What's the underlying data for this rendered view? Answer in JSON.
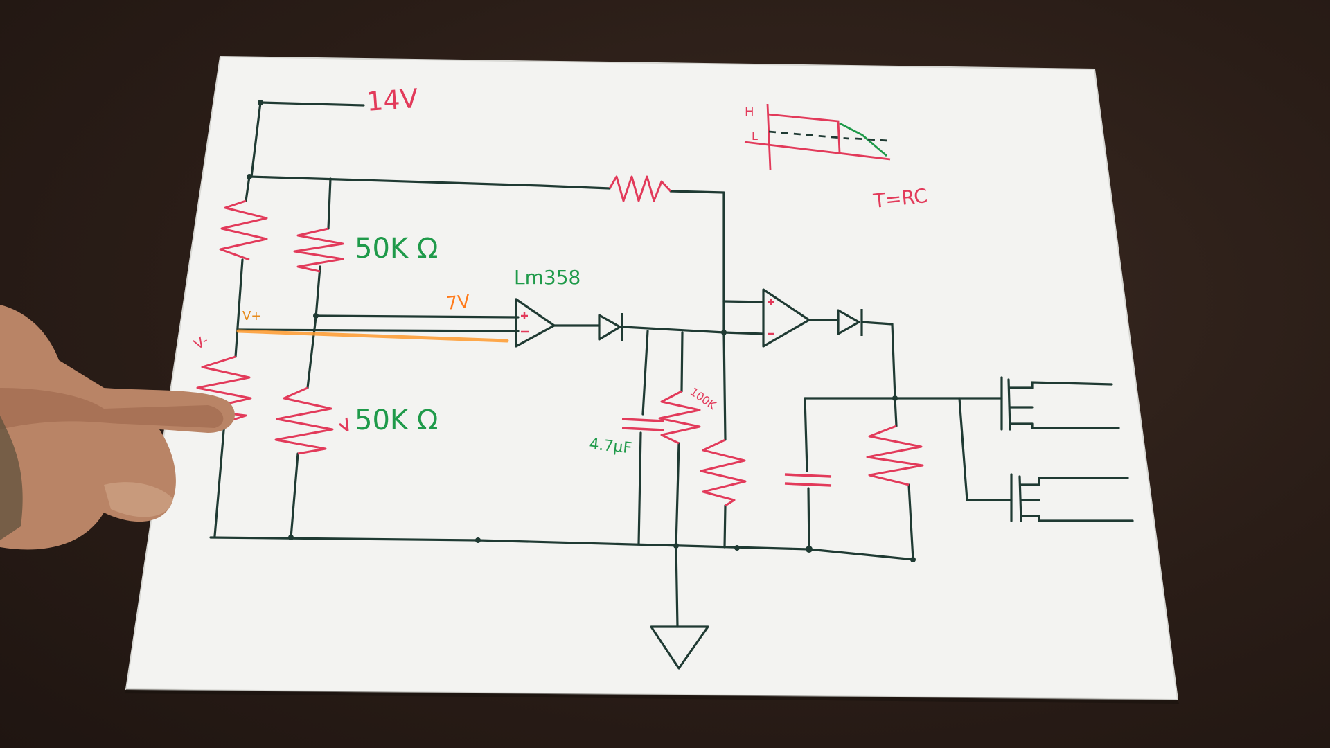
{
  "labels": {
    "supply": "14V",
    "r_top": "50K Ω",
    "r_bottom": "50K Ω",
    "opamp": "Lm358",
    "ref_voltage": "7V",
    "v_plus": "V+",
    "v_minus": "V-",
    "pot": "100K",
    "cap": "4.7µF",
    "formula": "T=RC",
    "wave_high": "H",
    "wave_low": "L"
  },
  "colors": {
    "wire": "#1f3a33",
    "resistor": "#e23a5a",
    "note_green": "#1f9a4a",
    "highlight": "#ff9a2e",
    "paper": "#f4f4f2",
    "desk": "#2a1d17"
  }
}
